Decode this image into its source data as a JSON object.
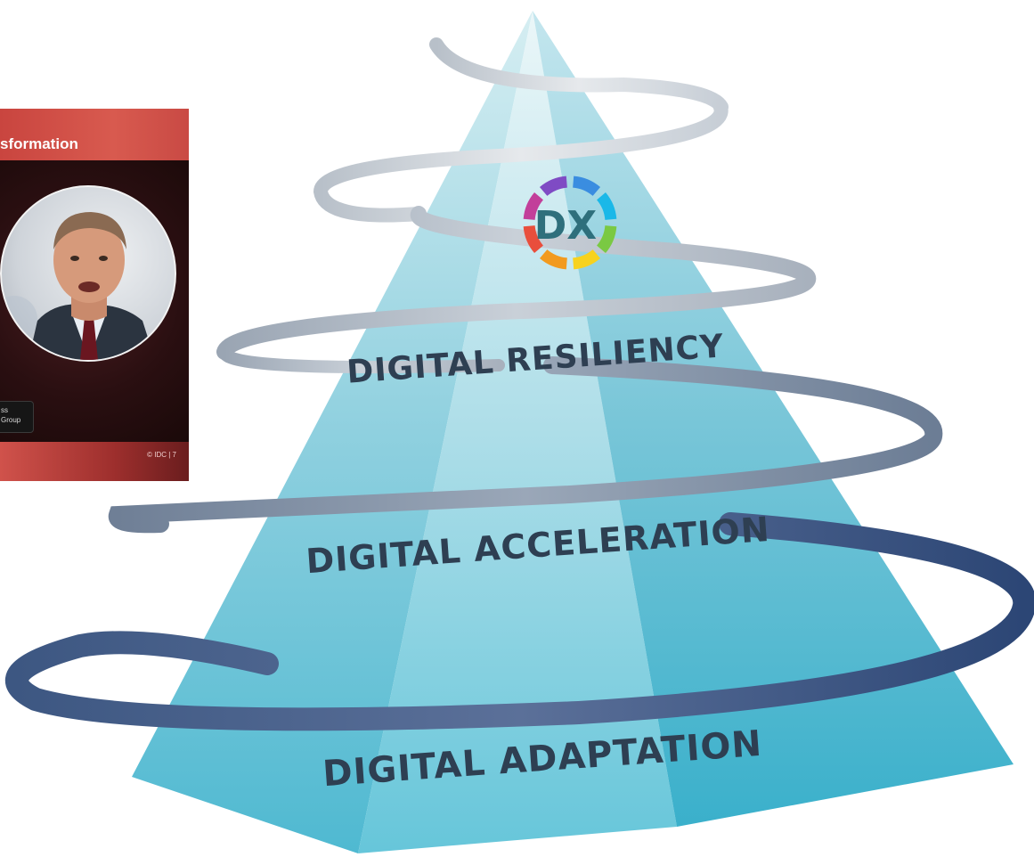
{
  "slide": {
    "title": "sformation",
    "caption_line1": "ss",
    "caption_line2": "Group",
    "footer": "© IDC  |  7",
    "colors": {
      "header": "#d24f48",
      "body": "#2a0f11"
    }
  },
  "diagram": {
    "logo_text": "DX",
    "levels": [
      {
        "label": "DIGITAL RESILIENCY"
      },
      {
        "label": "DIGITAL ACCELERATION"
      },
      {
        "label": "DIGITAL ADAPTATION"
      }
    ],
    "colors": {
      "pyramid_light": "#bfe3ea",
      "pyramid_dark": "#3fb6cf",
      "spiral_top": "#c9cfd6",
      "spiral_bottom": "#2f4a78",
      "label": "#2e3f52"
    },
    "logo_segment_colors": [
      "#3a8de0",
      "#1ab8e8",
      "#7ac943",
      "#f7d21e",
      "#f29a1e",
      "#e94e3c",
      "#c23f9a",
      "#7f4bc4"
    ]
  }
}
